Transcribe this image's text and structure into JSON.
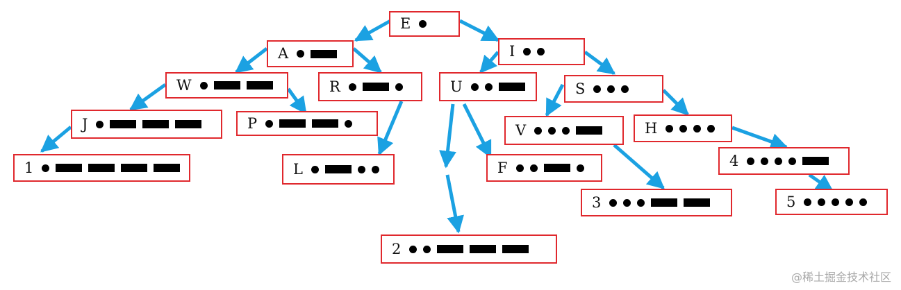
{
  "diagram": {
    "arrow_color": "#1ba1e2",
    "box_color": "#e0282d",
    "nodes": [
      {
        "id": "E",
        "label": "E",
        "code": "."
      },
      {
        "id": "A",
        "label": "A",
        "code": ".-"
      },
      {
        "id": "I",
        "label": "I",
        "code": ".."
      },
      {
        "id": "W",
        "label": "W",
        "code": ".--"
      },
      {
        "id": "R",
        "label": "R",
        "code": ".-."
      },
      {
        "id": "U",
        "label": "U",
        "code": "..-"
      },
      {
        "id": "S",
        "label": "S",
        "code": "..."
      },
      {
        "id": "J",
        "label": "J",
        "code": ".---"
      },
      {
        "id": "P",
        "label": "P",
        "code": ".--."
      },
      {
        "id": "V",
        "label": "V",
        "code": "...-"
      },
      {
        "id": "H",
        "label": "H",
        "code": "...."
      },
      {
        "id": "1",
        "label": "1",
        "code": ".----"
      },
      {
        "id": "L",
        "label": "L",
        "code": ".-.."
      },
      {
        "id": "F",
        "label": "F",
        "code": "..-."
      },
      {
        "id": "4",
        "label": "4",
        "code": "....-"
      },
      {
        "id": "3",
        "label": "3",
        "code": "...--"
      },
      {
        "id": "5",
        "label": "5",
        "code": "....."
      },
      {
        "id": "2",
        "label": "2",
        "code": "..---"
      }
    ],
    "edges": [
      {
        "from": "E",
        "to": "A"
      },
      {
        "from": "E",
        "to": "I"
      },
      {
        "from": "A",
        "to": "W"
      },
      {
        "from": "A",
        "to": "R"
      },
      {
        "from": "I",
        "to": "U"
      },
      {
        "from": "I",
        "to": "S"
      },
      {
        "from": "W",
        "to": "J"
      },
      {
        "from": "W",
        "to": "P"
      },
      {
        "from": "R",
        "to": "L"
      },
      {
        "from": "U",
        "to": "2"
      },
      {
        "from": "U",
        "to": "F"
      },
      {
        "from": "S",
        "to": "V"
      },
      {
        "from": "S",
        "to": "H"
      },
      {
        "from": "J",
        "to": "1"
      },
      {
        "from": "V",
        "to": "3"
      },
      {
        "from": "H",
        "to": "4"
      },
      {
        "from": "4",
        "to": "5"
      }
    ]
  },
  "watermark": "@稀土掘金技术社区"
}
